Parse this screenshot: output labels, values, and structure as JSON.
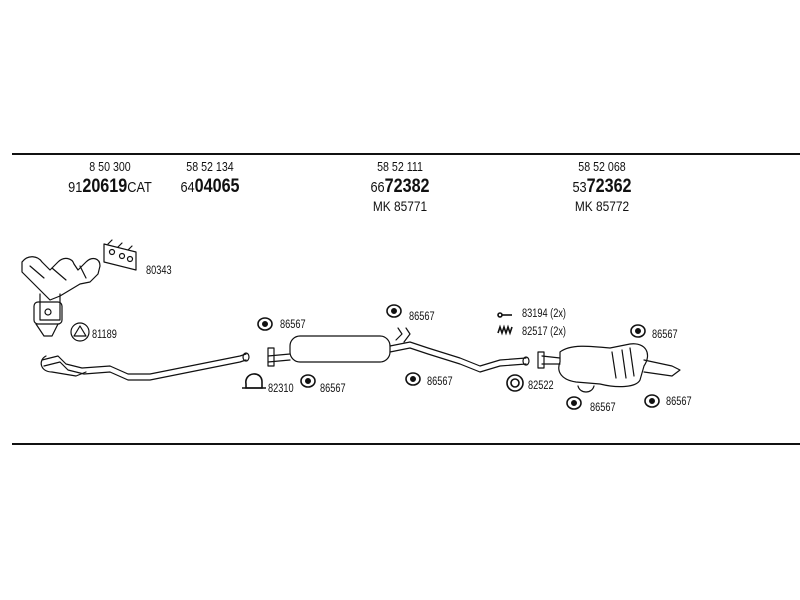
{
  "headers": [
    {
      "small": "8 50 300",
      "prefix": "91",
      "bold": "20619",
      "suffix": "CAT",
      "mk": ""
    },
    {
      "small": "58 52 134",
      "prefix": "64",
      "bold": "04065",
      "suffix": "",
      "mk": ""
    },
    {
      "small": "58 52 111",
      "prefix": "66",
      "bold": "72382",
      "suffix": "",
      "mk": "MK  85771"
    },
    {
      "small": "58 52 068",
      "prefix": "53",
      "bold": "72362",
      "suffix": "",
      "mk": "MK  85772"
    }
  ],
  "parts": {
    "gasket": "80343",
    "ring": "81189",
    "hanger_a": "86567",
    "clamp": "82310",
    "hanger_b": "86567",
    "hanger_c": "86567",
    "hanger_d": "86567",
    "bolt": "83194 (2x)",
    "spring": "82517 (2x)",
    "seal": "82522",
    "hanger_e": "86567",
    "hanger_f": "86567",
    "hanger_g": "86567"
  }
}
